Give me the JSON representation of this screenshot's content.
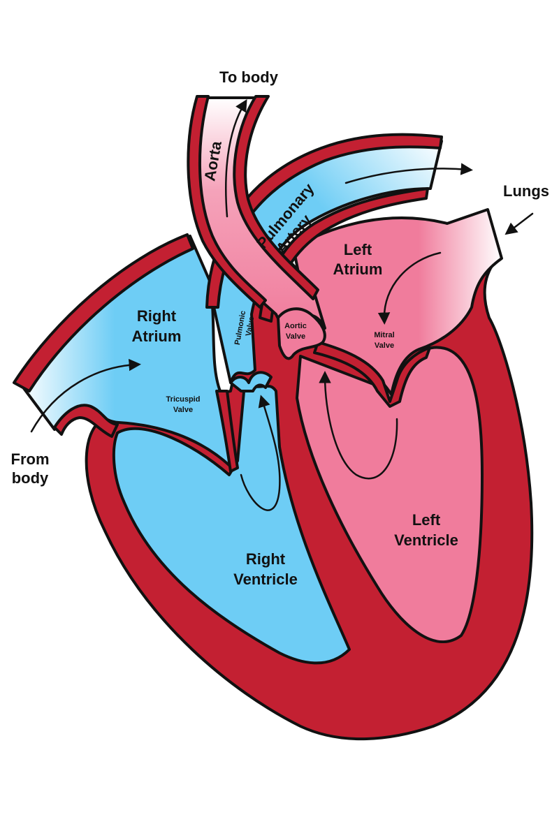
{
  "colors": {
    "muscle": "#c32032",
    "deoxygenated": "#6ecdf5",
    "oxygenated": "#f07c9c",
    "outline": "#111111",
    "background": "#ffffff"
  },
  "labels": {
    "to_body": "To body",
    "lungs": "Lungs",
    "from_body_line1": "From",
    "from_body_line2": "body",
    "aorta": "Aorta",
    "pulmonary_artery_line1": "Pulmonary",
    "pulmonary_artery_line2": "Artery",
    "left_atrium_line1": "Left",
    "left_atrium_line2": "Atrium",
    "right_atrium_line1": "Right",
    "right_atrium_line2": "Atrium",
    "pulmonic_valve_line1": "Pulmonic",
    "pulmonic_valve_line2": "Valve",
    "aortic_valve_line1": "Aortic",
    "aortic_valve_line2": "Valve",
    "mitral_valve_line1": "Mitral",
    "mitral_valve_line2": "Valve",
    "tricuspid_valve_line1": "Tricuspid",
    "tricuspid_valve_line2": "Valve",
    "right_ventricle_line1": "Right",
    "right_ventricle_line2": "Ventricle",
    "left_ventricle_line1": "Left",
    "left_ventricle_line2": "Ventricle"
  }
}
